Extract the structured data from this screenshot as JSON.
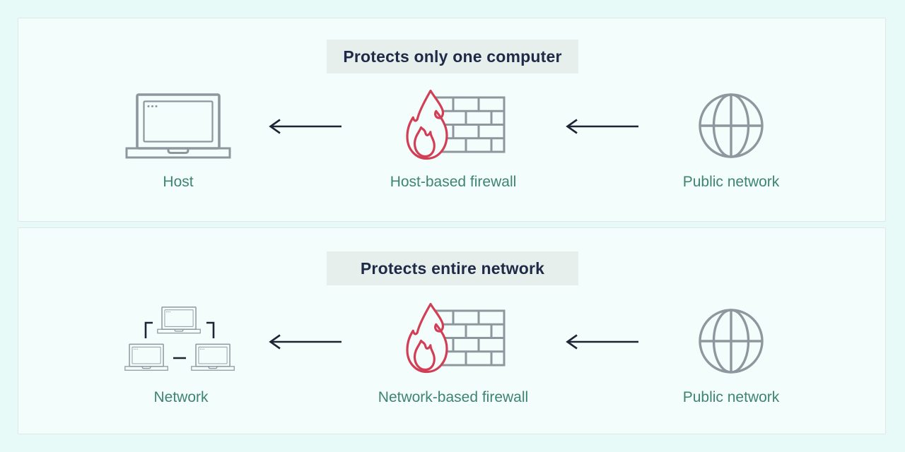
{
  "colors": {
    "page_bg": "#e7faf7",
    "panel_bg": "#f3fdfb",
    "panel_border": "#e0e7e6",
    "badge_bg": "#e6efec",
    "heading_text": "#1e2a47",
    "label_text": "#3e8471",
    "icon_gray": "#8e979e",
    "flame_red": "#d13e56",
    "arrow_dark": "#1b2533"
  },
  "panels": [
    {
      "heading": "Protects only one computer",
      "items": [
        {
          "icon": "laptop-icon",
          "label": "Host"
        },
        {
          "icon": "fire-brick-wall-icon",
          "label": "Host-based firewall"
        },
        {
          "icon": "globe-icon",
          "label": "Public network"
        }
      ]
    },
    {
      "heading": "Protects entire network",
      "items": [
        {
          "icon": "laptop-network-icon",
          "label": "Network"
        },
        {
          "icon": "fire-brick-wall-icon",
          "label": "Network-based firewall"
        },
        {
          "icon": "globe-icon",
          "label": "Public network"
        }
      ]
    }
  ]
}
